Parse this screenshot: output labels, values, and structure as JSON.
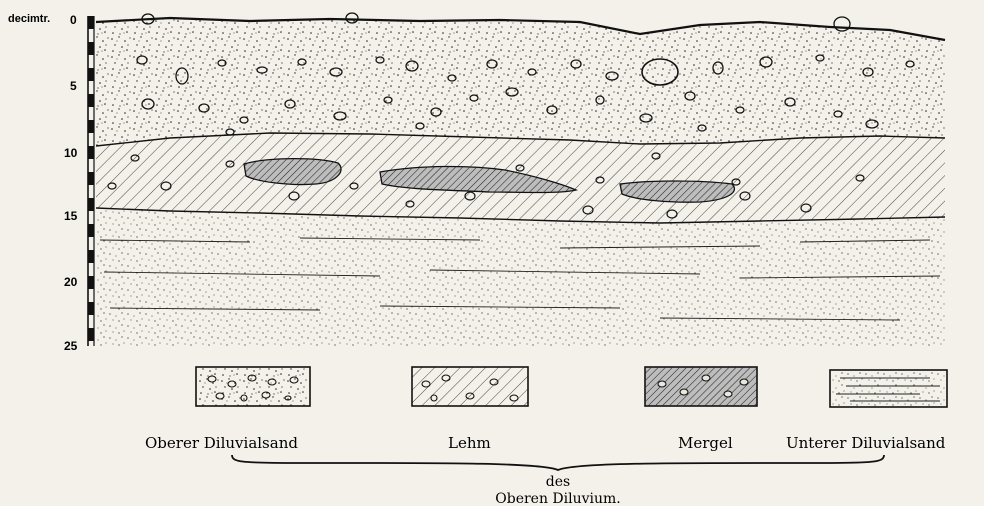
{
  "axis": {
    "unit": "decimtr.",
    "ticks": [
      "0",
      "5",
      "10",
      "15",
      "20",
      "25"
    ]
  },
  "legend": {
    "items": [
      {
        "label": "Oberer Diluvialsand"
      },
      {
        "label": "Lehm"
      },
      {
        "label": "Mergel"
      },
      {
        "label": "Unterer Diluvialsand"
      }
    ]
  },
  "caption": {
    "line1": "des",
    "line2": "Oberen Diluvium."
  }
}
